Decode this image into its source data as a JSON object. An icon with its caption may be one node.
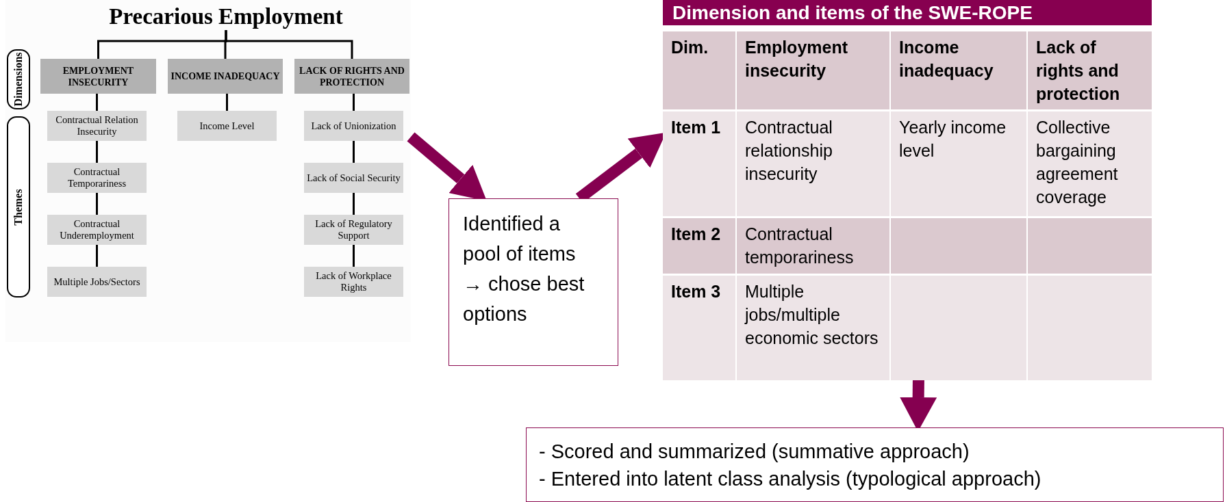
{
  "diagram": {
    "nodes": [
      {
        "text": [],
        "shape": "box"
      },
      {
        "text": [
          "Precarious Employment"
        ],
        "in": 0
      },
      {
        "text": [
          "Dimensions"
        ],
        "in": 0
      },
      {
        "text": [
          "Themes"
        ],
        "in": 0
      },
      {
        "text": [
          "EMPLOYMENT INSECURITY"
        ],
        "in": 0
      },
      {
        "text": [
          "INCOME INADEQUACY"
        ],
        "in": 0
      },
      {
        "text": [
          "LACK OF RIGHTS AND PROTECTION"
        ],
        "in": 0
      },
      {
        "text": [
          "Contractual Relation Insecurity"
        ],
        "in": 0
      },
      {
        "text": [
          "Contractual Temporariness"
        ],
        "in": 0
      },
      {
        "text": [
          "Contractual Underemployment"
        ],
        "in": 0
      },
      {
        "text": [
          "Multiple Jobs/Sectors"
        ],
        "in": 0
      },
      {
        "text": [
          "Income Level"
        ],
        "in": 0
      },
      {
        "text": [
          "Lack of Unionization"
        ],
        "in": 0
      },
      {
        "text": [
          "Lack of Social Security"
        ],
        "in": 0
      },
      {
        "text": [
          "Lack of Regulatory Support"
        ],
        "in": 0
      },
      {
        "text": [
          "Lack of Workplace Rights"
        ],
        "in": 0
      },
      {
        "text": [
          "Identified a pool of items → chose best options"
        ]
      },
      {
        "text": [
          "Dimension and items of the SWE-ROPE"
        ]
      },
      {
        "text": [
          "- Scored and summarized (summative approach)",
          "- Entered into latent class analysis (typological approach)"
        ]
      }
    ],
    "edges": [
      {
        "from": 1,
        "to": 4,
        "arrow": "none"
      },
      {
        "from": 1,
        "to": 5,
        "arrow": "none"
      },
      {
        "from": 1,
        "to": 6,
        "arrow": "none"
      },
      {
        "from": 4,
        "to": 7,
        "arrow": "none"
      },
      {
        "from": 7,
        "to": 8,
        "arrow": "none"
      },
      {
        "from": 8,
        "to": 9,
        "arrow": "none"
      },
      {
        "from": 9,
        "to": 10,
        "arrow": "none"
      },
      {
        "from": 5,
        "to": 11,
        "arrow": "none"
      },
      {
        "from": 6,
        "to": 12,
        "arrow": "none"
      },
      {
        "from": 12,
        "to": 13,
        "arrow": "none"
      },
      {
        "from": 13,
        "to": 14,
        "arrow": "none"
      },
      {
        "from": 14,
        "to": 15,
        "arrow": "none"
      },
      {
        "from": 0,
        "to": 16,
        "arrow": "to",
        "style": "thick",
        "color": "#850050"
      },
      {
        "from": 16,
        "to": 17,
        "arrow": "to",
        "style": "thick",
        "color": "#850050"
      },
      {
        "from": 17,
        "to": 18,
        "arrow": "to",
        "style": "thick",
        "color": "#850050"
      }
    ],
    "labels": [
      "Dim.",
      "Employment insecurity",
      "Income inadequacy",
      "Lack of rights and protection",
      "Item 1",
      "Contractual relationship insecurity",
      "Yearly income level",
      "Collective bargaining agreement coverage",
      "Item 2",
      "Contractual temporariness",
      "Item 3",
      "Multiple jobs/multiple economic sectors"
    ]
  }
}
